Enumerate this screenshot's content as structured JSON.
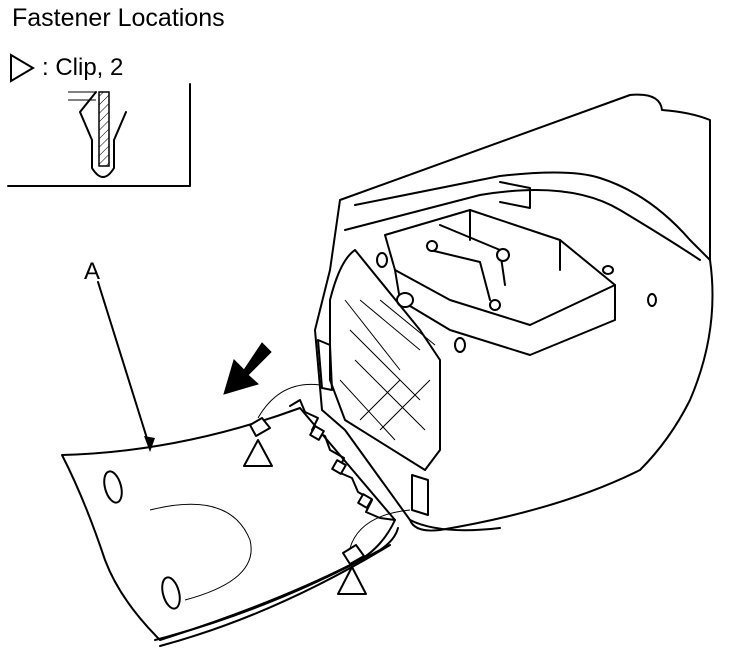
{
  "title": "Fastener Locations",
  "legend": {
    "symbol": "triangle-outline-icon",
    "text": ": Clip, 2"
  },
  "callout": {
    "label": "A"
  },
  "colors": {
    "line": "#000000",
    "background": "#ffffff"
  }
}
